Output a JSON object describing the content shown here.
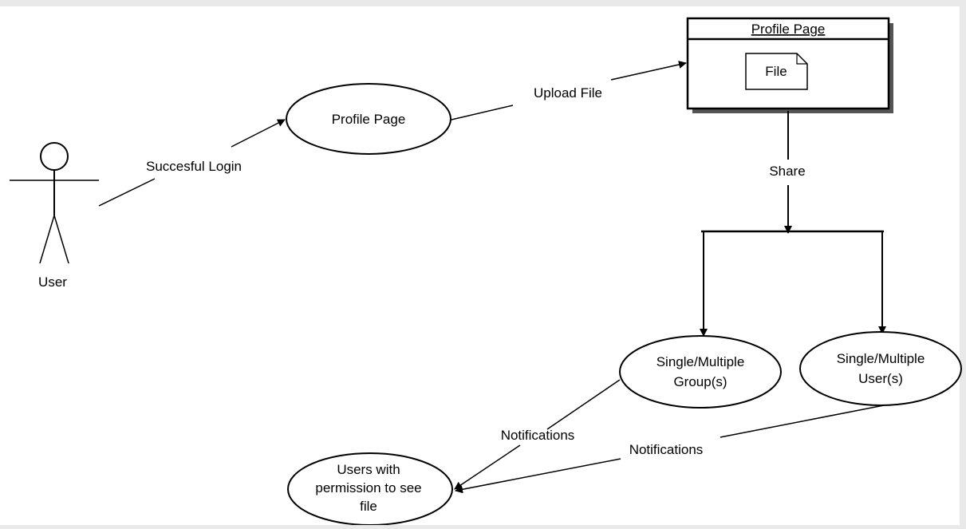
{
  "diagram": {
    "actor": {
      "label": "User"
    },
    "use_cases": {
      "profile_page": "Profile Page",
      "groups": [
        "Single/Multiple",
        "Group(s)"
      ],
      "users": [
        "Single/Multiple",
        "User(s)"
      ],
      "permission": [
        "Users with",
        "permission to see",
        "file"
      ]
    },
    "object_box": {
      "title": "Profile Page",
      "file": "File"
    },
    "edges": {
      "login": "Succesful Login",
      "upload": "Upload File",
      "share": "Share",
      "notifications_groups": "Notifications",
      "notifications_users": "Notifications"
    }
  }
}
